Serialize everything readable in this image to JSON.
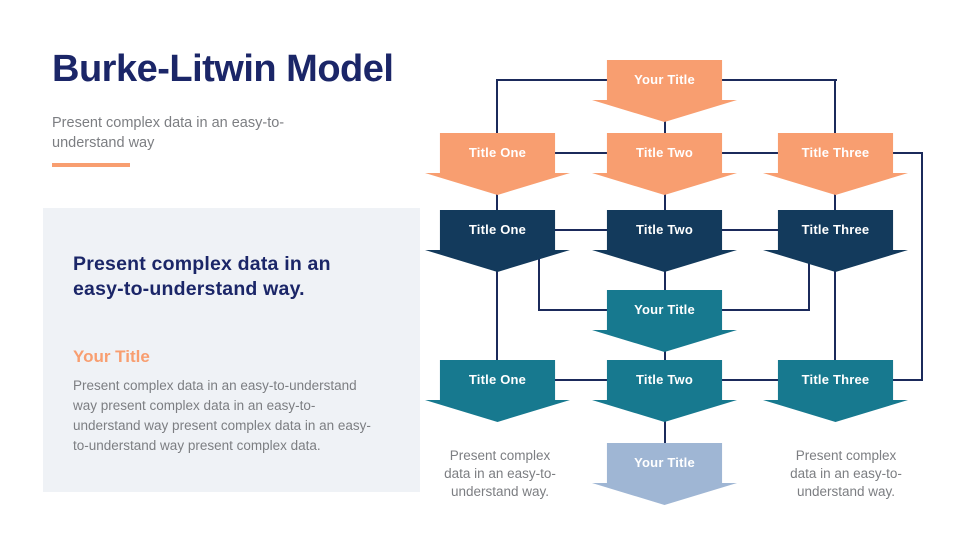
{
  "colors": {
    "orange": "#F89E70",
    "navy": "#133A5C",
    "teal": "#17798F",
    "steel": "#9FB6D4",
    "line": "#1B2A5B",
    "title": "#1B2668",
    "gray": "#7C7E82",
    "panel": "#EFF2F6"
  },
  "header": {
    "title": "Burke-Litwin Model",
    "subtitle": "Present complex data in an easy-to-understand way"
  },
  "info_panel": {
    "heading": "Present complex data in an easy-to-understand way.",
    "section_title": "Your Title",
    "body": "Present complex data in an easy-to-understand way present complex data in an easy-to-understand way present complex data in an easy-to-understand way present complex data."
  },
  "diagram": {
    "rows": [
      {
        "color": "orange",
        "labels": [
          "Your Title"
        ]
      },
      {
        "color": "orange",
        "labels": [
          "Title One",
          "Title Two",
          "Title Three"
        ]
      },
      {
        "color": "navy",
        "labels": [
          "Title One",
          "Title Two",
          "Title Three"
        ]
      },
      {
        "color": "teal",
        "labels": [
          "Your Title"
        ]
      },
      {
        "color": "teal",
        "labels": [
          "Title One",
          "Title Two",
          "Title Three"
        ]
      },
      {
        "color": "steel",
        "labels": [
          "Your Title"
        ]
      }
    ],
    "captions": {
      "left": "Present complex data in an easy-to-understand way.",
      "right": "Present complex data in an easy-to-understand way."
    }
  }
}
